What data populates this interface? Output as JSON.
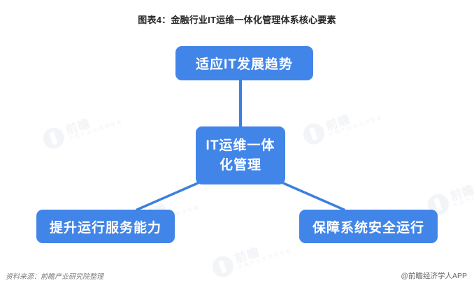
{
  "title": "图表4：金融行业IT运维一体化管理体系核心要素",
  "diagram": {
    "type": "hub-and-spoke",
    "accent_color": "#4285e8",
    "connector_color": "#3c7fe0",
    "nodes": [
      {
        "id": "top",
        "label": "适应IT发展趋势",
        "role": "element"
      },
      {
        "id": "center",
        "label": "IT运维一体化管理",
        "label_line1": "IT运维一体",
        "label_line2": "化管理",
        "role": "hub"
      },
      {
        "id": "bottom-left",
        "label": "提升运行服务能力",
        "role": "element"
      },
      {
        "id": "bottom-right",
        "label": "保障系统安全运行",
        "role": "element"
      }
    ],
    "edges": [
      {
        "from": "center",
        "to": "top"
      },
      {
        "from": "center",
        "to": "bottom-left"
      },
      {
        "from": "center",
        "to": "bottom-right"
      }
    ]
  },
  "watermark": {
    "brand_big": "前瞻",
    "brand_small": "中国产业咨询领导者"
  },
  "footer": {
    "source": "资料来源：前瞻产业研究院整理",
    "brand": "@前瞻经济学人APP"
  }
}
